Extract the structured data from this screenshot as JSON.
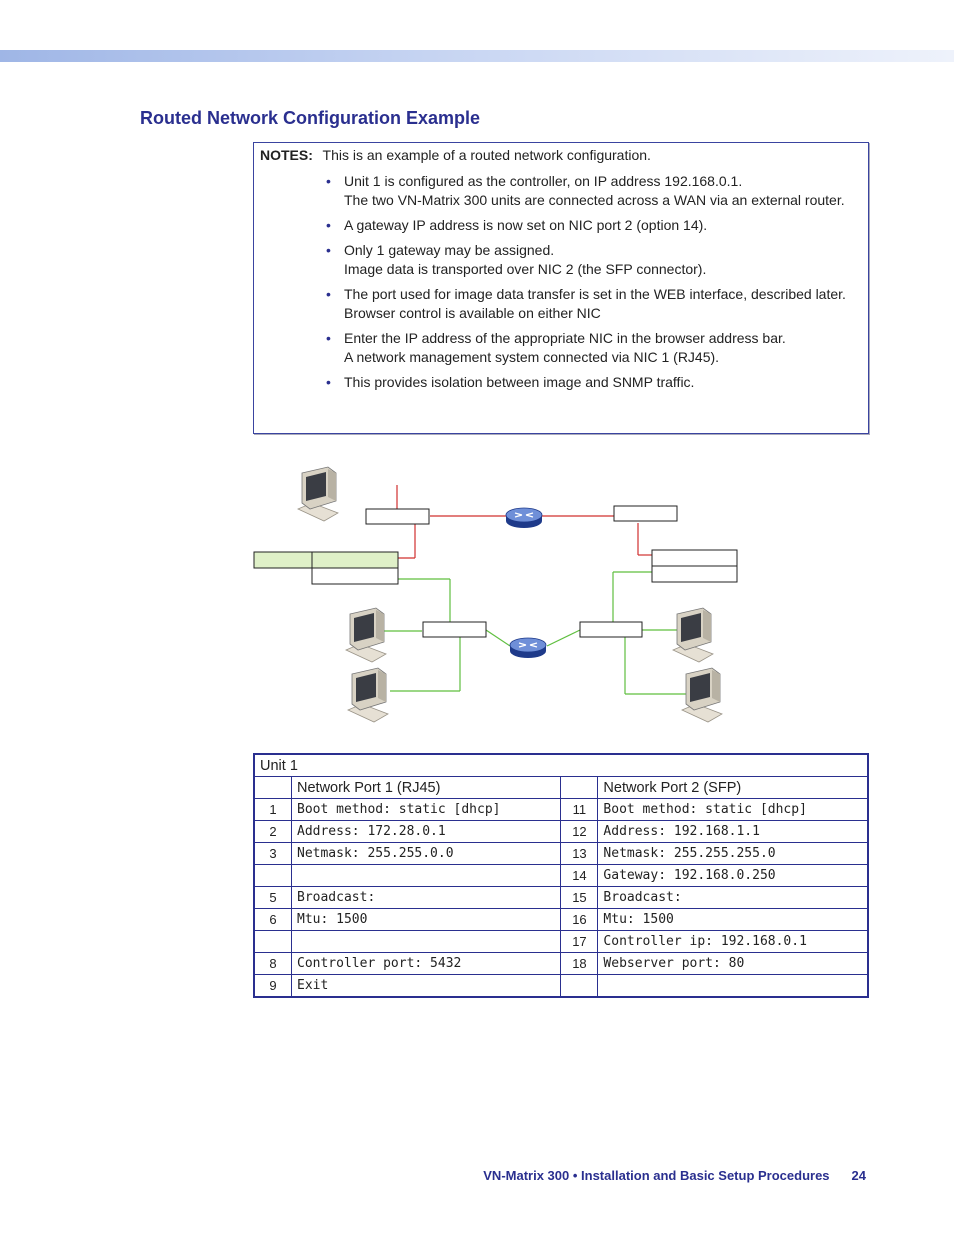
{
  "page": {
    "title": "Routed Network Configuration Example",
    "footer_doc": "VN-Matrix 300 • Installation and Basic Setup Procedures",
    "footer_page": "24"
  },
  "notes": {
    "label": "NOTES:",
    "intro": "This is an example of a routed network configuration.",
    "bullets": [
      "Unit 1 is configured as the controller, on IP address 192.168.0.1.\nThe two VN-Matrix 300 units are connected across a WAN via an external router.",
      "A gateway IP address is now set on NIC port 2 (option 14).",
      "Only 1 gateway may be assigned.\nImage data is transported over NIC 2 (the SFP connector).",
      "The port used for image data transfer is set in the WEB interface, described later.\nBrowser control is available on either NIC",
      "Enter the IP address of the appropriate NIC in the browser address bar.\nA network management system connected via NIC 1 (RJ45).",
      "This provides isolation between image and SNMP traffic."
    ]
  },
  "table": {
    "title": "Unit 1",
    "port1_header": "Network Port 1 (RJ45)",
    "port2_header": "Network Port 2 (SFP)",
    "rows": [
      {
        "n1": "1",
        "v1": "Boot method: static [dhcp]",
        "n2": "11",
        "v2": "Boot method: static [dhcp]"
      },
      {
        "n1": "2",
        "v1": "Address: 172.28.0.1",
        "n2": "12",
        "v2": "Address: 192.168.1.1"
      },
      {
        "n1": "3",
        "v1": "Netmask: 255.255.0.0",
        "n2": "13",
        "v2": "Netmask: 255.255.255.0"
      },
      {
        "n1": "",
        "v1": "",
        "n2": "14",
        "v2": "Gateway: 192.168.0.250"
      },
      {
        "n1": "5",
        "v1": "Broadcast:",
        "n2": "15",
        "v2": "Broadcast:"
      },
      {
        "n1": "6",
        "v1": "Mtu: 1500",
        "n2": "16",
        "v2": "Mtu: 1500"
      },
      {
        "n1": "",
        "v1": "",
        "n2": "17",
        "v2": "Controller ip: 192.168.0.1"
      },
      {
        "n1": "8",
        "v1": "Controller port: 5432",
        "n2": "18",
        "v2": "Webserver port: 80"
      },
      {
        "n1": "9",
        "v1": "Exit",
        "n2": "",
        "v2": ""
      }
    ]
  },
  "colors": {
    "accent": "#2a2f8f",
    "wan_link": "#d0302e",
    "lan_link": "#5fbf3f",
    "label_fill": "#dff0c8"
  }
}
